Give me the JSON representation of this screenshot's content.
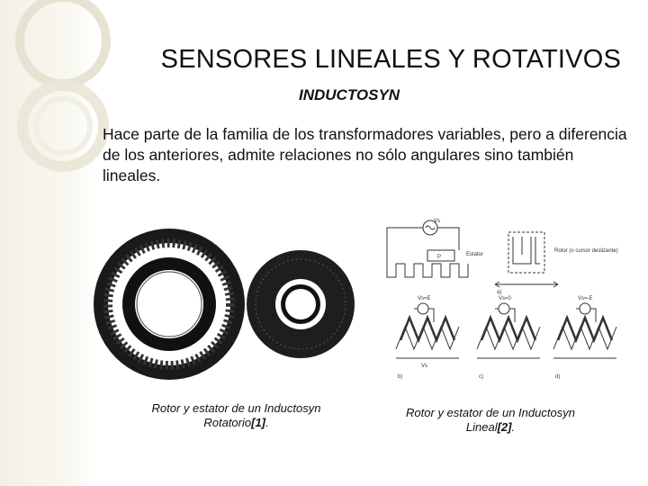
{
  "slide": {
    "title": "SENSORES LINEALES Y ROTATIVOS",
    "subtitle": "INDUCTOSYN",
    "body": "Hace parte de la familia de los transformadores variables, pero a diferencia de los anteriores, admite relaciones no sólo angulares sino también lineales."
  },
  "figure_left": {
    "caption_text": "Rotor y estator de un Inductosyn Rotatorio",
    "caption_ref": "[1]",
    "caption_end": "."
  },
  "figure_right": {
    "caption_text": "Rotor y estator de un Inductosyn Lineal",
    "caption_ref": "[2]",
    "caption_end": ".",
    "labels": {
      "estator": "Estator",
      "rotor": "Rotor (o cursor deslizante)",
      "panel_a": "a)",
      "panel_b": "b)",
      "panel_c": "c)",
      "panel_d": "d)",
      "v1": "Vs",
      "v2": "Vs",
      "vE1": "Vs=E",
      "v0": "Vs=0",
      "vE2": "Vs=-E",
      "p": "P"
    }
  },
  "colors": {
    "background": "#ffffff",
    "accent_band": "#f3f1e6",
    "ring": "#e4e2d2",
    "text": "#111111"
  }
}
